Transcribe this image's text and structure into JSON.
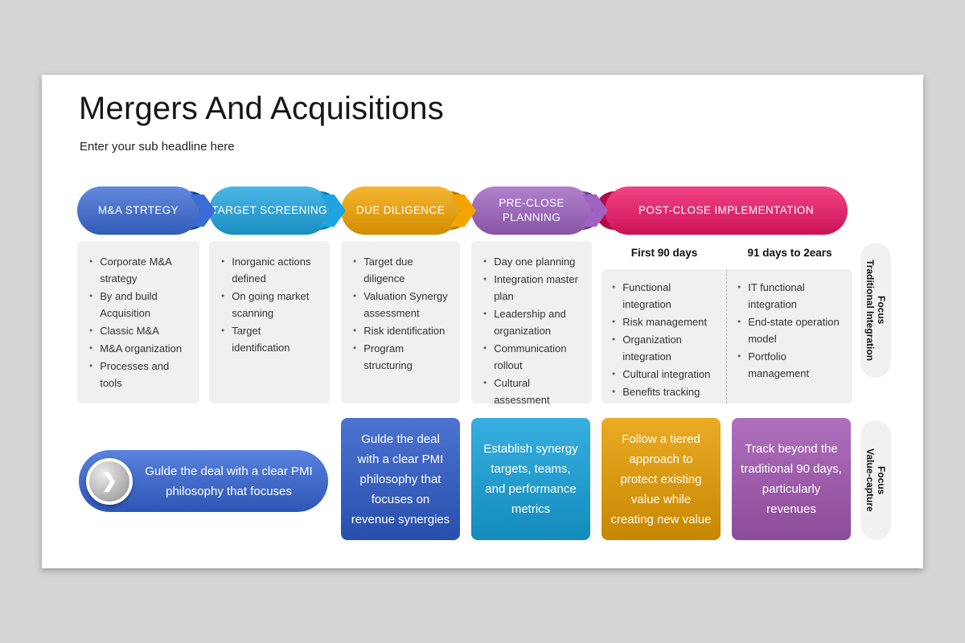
{
  "slide": {
    "title": "Mergers And Acquisitions",
    "subtitle": "Enter your sub headline here"
  },
  "theme": {
    "canvas_background": "#d5d5d5",
    "slide_background": "#ffffff",
    "panel_gray": "#f0f0f0"
  },
  "stages": [
    {
      "header": "M&A STRTEGY",
      "color": "#3b6bd5",
      "dark": "#1f4497",
      "bullets": [
        "Corporate M&A strategy",
        "By and build Acquisition",
        "Classic M&A",
        "M&A organization",
        "Processes and tools"
      ]
    },
    {
      "header": "TARGET SCREENING",
      "color": "#1ea5e0",
      "dark": "#0d7cb0",
      "bullets": [
        "Inorganic actions defined",
        "On going market scanning",
        "Target identification"
      ]
    },
    {
      "header": "DUE DILIGENCE",
      "color": "#f4a400",
      "dark": "#bb7d00",
      "bullets": [
        "Target due diligence",
        "Valuation Synergy assessment",
        "Risk identification",
        "Program structuring"
      ]
    },
    {
      "header": "PRE-CLOSE PLANNING",
      "color": "#9e62c0",
      "dark": "#763f98",
      "bullets": [
        "Day one planning",
        "Integration master plan",
        "Leadership and organization",
        "Communication rollout",
        "Cultural assessment"
      ]
    },
    {
      "header": "POST-CLOSE IMPLEMENTATION",
      "color": "#ee1565",
      "dark": "#b30c4b",
      "phases": [
        {
          "title": "First 90 days",
          "bullets": [
            "Functional integration",
            "Risk management",
            "Organization integration",
            "Cultural integration",
            "Benefits tracking"
          ]
        },
        {
          "title": "91 days to 2ears",
          "bullets": [
            "IT functional integration",
            "End-state operation model",
            "Portfolio management"
          ]
        }
      ]
    }
  ],
  "side_labels": [
    {
      "line1": "Traditional Integration",
      "line2": "Focus"
    },
    {
      "line1": "Value-capture",
      "line2": "Focus"
    }
  ],
  "bottom": {
    "callout_text": "Gulde the deal with a clear PMI philosophy that focuses",
    "callout_color": "#3566d8",
    "callout_icon": "❯",
    "boxes": [
      {
        "text": "Gulde the deal with a clear PMI philosophy that focuses on revenue synergies",
        "color": "#2f5cc9"
      },
      {
        "text": "Establish synergy targets, teams, and performance metrics",
        "color": "#16a2db"
      },
      {
        "text": "Follow a tiered approach to protect existing value while creating new value",
        "color": "#e89d00"
      },
      {
        "text": "Track beyond the traditional 90 days, particularly revenues",
        "color": "#a258b2"
      }
    ]
  }
}
